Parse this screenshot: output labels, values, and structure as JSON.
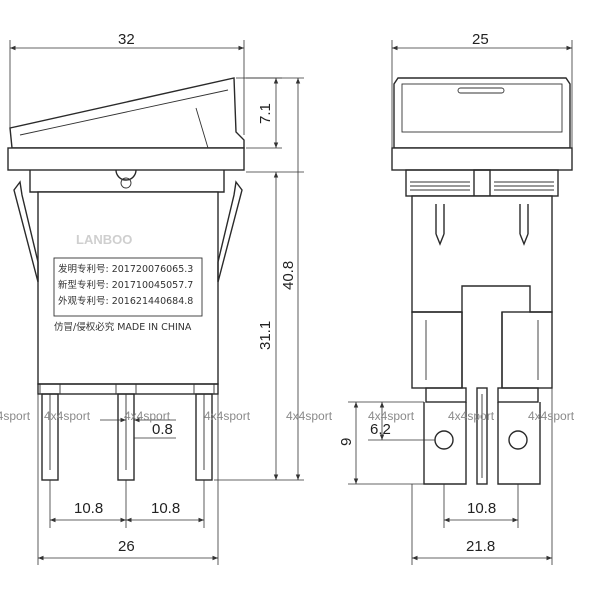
{
  "dimensions": {
    "side_width": "32",
    "side_height_top": "7.1",
    "side_height_total": "40.8",
    "side_height_body": "31.1",
    "terminal_width": "0.8",
    "pitch_left": "10.8",
    "pitch_right": "10.8",
    "base_width_side": "26",
    "front_width": "25",
    "terminal_length": "9",
    "hole_offset": "6.2",
    "front_pitch": "10.8",
    "base_width_front": "21.8"
  },
  "label": {
    "brand": "LANBOO",
    "line1": "发明专利号: 201720076065.3",
    "line2": "新型专利号: 201710045057.7",
    "line3": "外观专利号: 201621440684.8",
    "line4": "仿冒/侵权必究  MADE IN CHINA"
  },
  "watermark": "4x4sport"
}
